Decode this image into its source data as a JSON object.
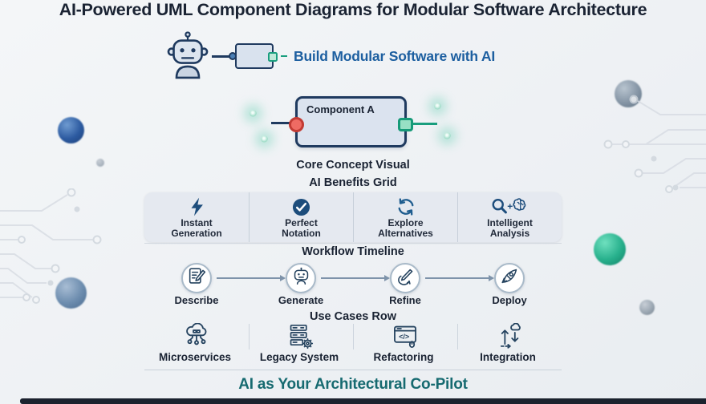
{
  "title": "AI-Powered UML Component Diagrams for Modular Software Architecture",
  "hero": {
    "tagline": "Build Modular Software with AI"
  },
  "component": {
    "label": "Component A",
    "caption": "Core Concept Visual"
  },
  "benefits": {
    "heading": "AI Benefits Grid",
    "items": [
      {
        "icon": "lightning-icon",
        "label": "Instant Generation"
      },
      {
        "icon": "check-circle-icon",
        "label": "Perfect Notation"
      },
      {
        "icon": "refresh-icon",
        "label": "Explore Alternatives"
      },
      {
        "icon": "analysis-icon",
        "label": "Intelligent Analysis",
        "icon_glyph": "+"
      }
    ]
  },
  "workflow": {
    "heading": "Workflow Timeline",
    "steps": [
      {
        "icon": "document-pencil-icon",
        "label": "Describe"
      },
      {
        "icon": "robot-icon",
        "label": "Generate"
      },
      {
        "icon": "pencil-undo-icon",
        "label": "Refine"
      },
      {
        "icon": "rocket-icon",
        "label": "Deploy"
      }
    ]
  },
  "use_cases": {
    "heading": "Use Cases Row",
    "items": [
      {
        "icon": "cloud-network-icon",
        "label": "Microservices"
      },
      {
        "icon": "server-gear-icon",
        "label": "Legacy System"
      },
      {
        "icon": "code-window-icon",
        "label": "Refactoring",
        "icon_glyph": "</>"
      },
      {
        "icon": "sync-arrows-icon",
        "label": "Integration"
      }
    ]
  },
  "footer": {
    "tagline": "AI as Your Architectural Co-Pilot"
  },
  "colors": {
    "title_text": "#1a2333",
    "hero_blue": "#1d5fa0",
    "footer_teal": "#166a70",
    "icon_navy": "#1d4d7c",
    "component_fill": "#dbe3ef",
    "component_border": "#1f3a5f",
    "port_red": "#ef6b63",
    "port_green": "#97e0c4",
    "port_green_border": "#169a78",
    "panel_bg": "#e5e9f0",
    "background": "#eef1f4",
    "bottom_bar": "#1b222e"
  }
}
